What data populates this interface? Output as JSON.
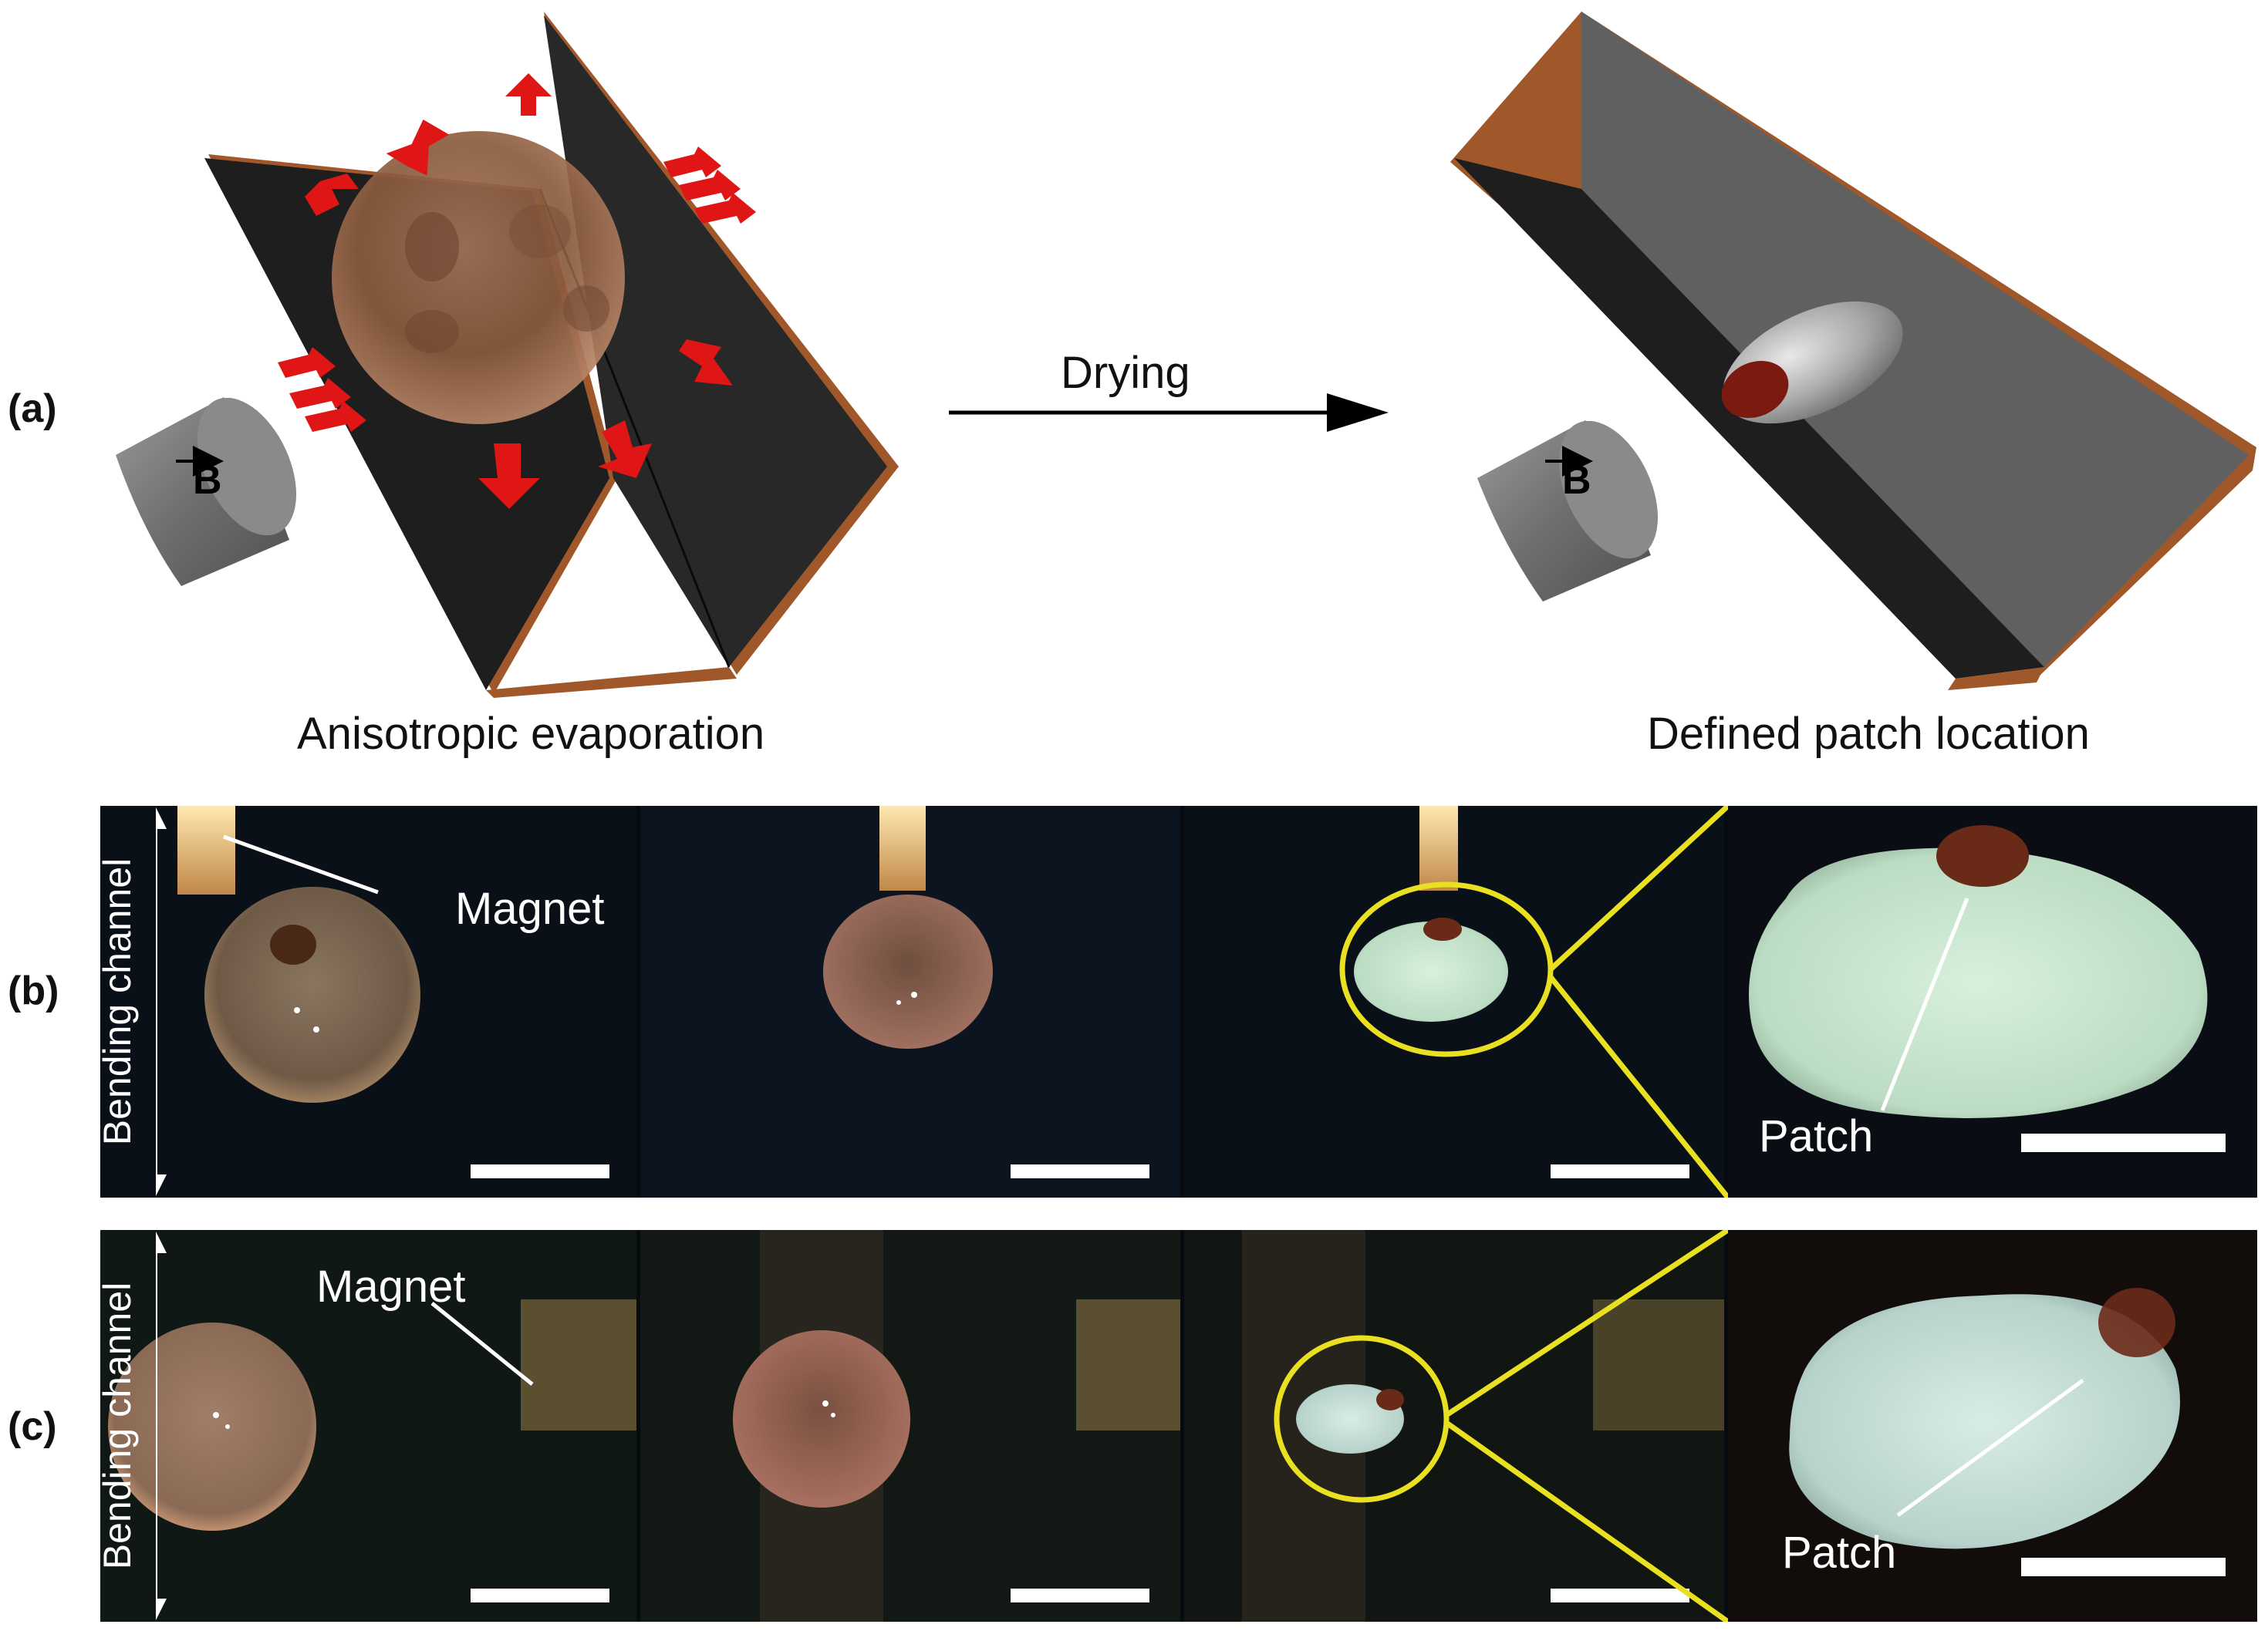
{
  "panel_a": {
    "label": "(a)",
    "left_caption": "Anisotropic evaporation",
    "right_caption": "Defined patch location",
    "arrow_label": "Drying",
    "magnet_symbol": "B"
  },
  "panel_b": {
    "label": "(b)",
    "side_label": "Bending channel",
    "magnet_label": "Magnet",
    "patch_label": "Patch"
  },
  "panel_c": {
    "label": "(c)",
    "side_label": "Bending channel",
    "magnet_label": "Magnet",
    "patch_label": "Patch"
  },
  "colors": {
    "arrow_red": "#e01515",
    "highlight_yellow": "#e8e020",
    "substrate_dark": "#222222",
    "substrate_edge": "#a0582a",
    "droplet_brown": "#8a5a3c",
    "patch_red": "#7a1a10",
    "residue_green": "#c8e6cf"
  }
}
